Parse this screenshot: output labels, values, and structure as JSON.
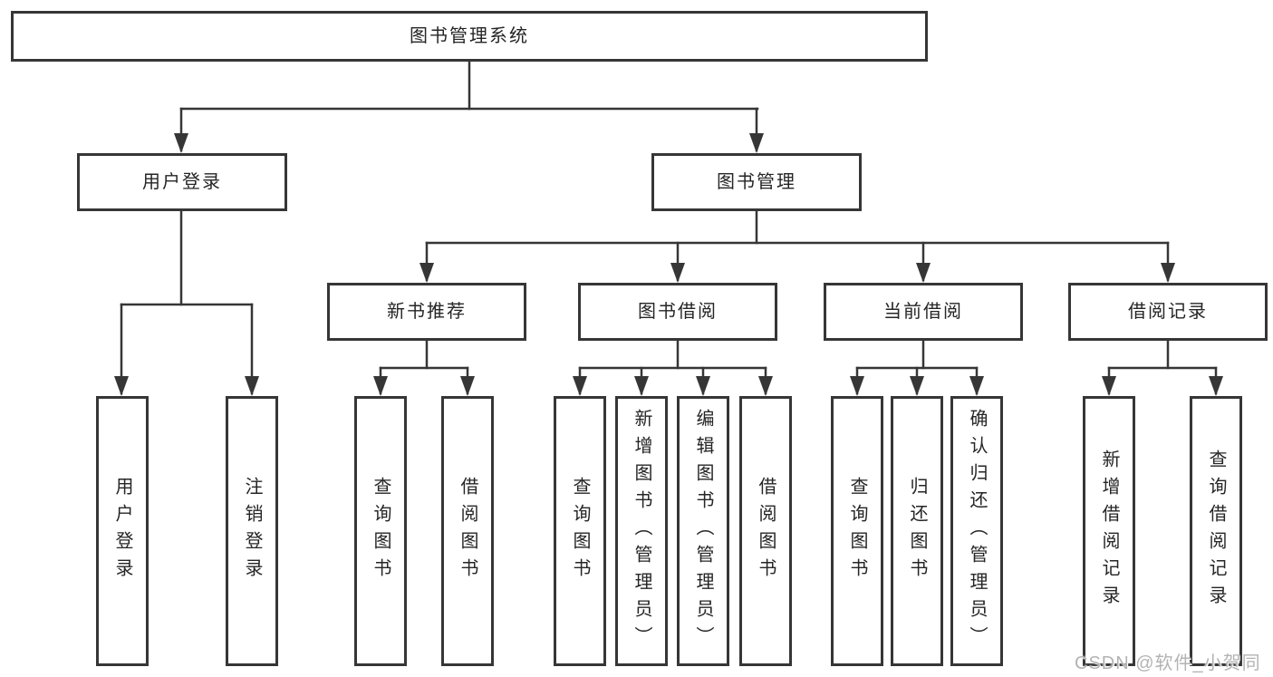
{
  "tree": {
    "root": "图书管理系统",
    "user_login": {
      "label": "用户登录",
      "children": [
        "用户登录",
        "注销登录"
      ]
    },
    "book_mgmt": {
      "label": "图书管理",
      "children": [
        {
          "label": "新书推荐",
          "children": [
            "查询图书",
            "借阅图书"
          ]
        },
        {
          "label": "图书借阅",
          "children": [
            "查询图书",
            "新增图书（管理员）",
            "编辑图书（管理员）",
            "借阅图书"
          ]
        },
        {
          "label": "当前借阅",
          "children": [
            "查询图书",
            "归还图书",
            "确认归还（管理员）"
          ]
        },
        {
          "label": "借阅记录",
          "children": [
            "新增借阅记录",
            "查询借阅记录"
          ]
        }
      ]
    }
  },
  "watermark": "CSDN @软件_小贺同学"
}
